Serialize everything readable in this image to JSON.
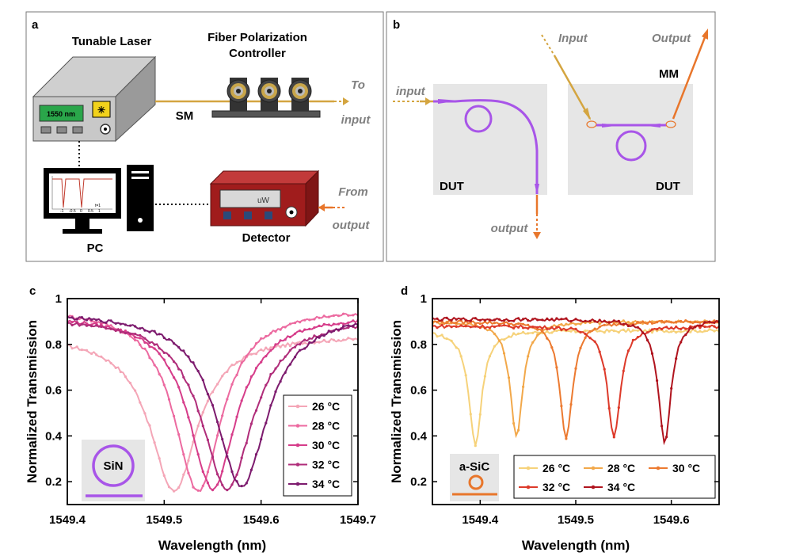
{
  "panel_a": {
    "letter": "a",
    "tunable_laser": "Tunable Laser",
    "laser_display": "1550 nm",
    "fpc_line1": "Fiber Polarization",
    "fpc_line2": "Controller",
    "sm": "SM",
    "to": "To",
    "input": "input",
    "from": "From",
    "output": "output",
    "pc": "PC",
    "detector": "Detector",
    "detector_display": "uW",
    "mini_ticks": [
      "-1",
      "-0.5",
      "0",
      "0.5",
      "1"
    ],
    "mini_xlab": "t=1"
  },
  "panel_b": {
    "letter": "b",
    "input_left": "input",
    "output_left": "output",
    "dut_left": "DUT",
    "input_right": "Input",
    "output_right": "Output",
    "mm": "MM",
    "dut_right": "DUT"
  },
  "colors": {
    "purple_waveguide": "#a855e8",
    "gold_fiber": "#d4a540",
    "orange_fiber": "#e8762b",
    "chip_gray": "#e6e6e6",
    "detector_red": "#a01c1c"
  },
  "chart_data": [
    {
      "panel": "c",
      "type": "line",
      "xlabel": "Wavelength (nm)",
      "ylabel": "Normalized Transmission",
      "xlim": [
        1549.4,
        1549.7
      ],
      "ylim": [
        0.1,
        1.0
      ],
      "xticks": [
        "1549.4",
        "1549.5",
        "1549.6",
        "1549.7"
      ],
      "yticks": [
        "0.2",
        "0.4",
        "0.6",
        "0.8",
        "1"
      ],
      "inset_label": "SiN",
      "legend_position": "right",
      "series": [
        {
          "name": "26 °C",
          "color": "#f4a6b7",
          "center": 1549.51,
          "min": 0.16,
          "base": 0.84,
          "fwhm": 0.06
        },
        {
          "name": "28 °C",
          "color": "#ec6aa0",
          "center": 1549.535,
          "min": 0.16,
          "base": 0.96,
          "fwhm": 0.06
        },
        {
          "name": "30 °C",
          "color": "#d63d8a",
          "center": 1549.55,
          "min": 0.17,
          "base": 0.93,
          "fwhm": 0.06
        },
        {
          "name": "32 °C",
          "color": "#b02d7a",
          "center": 1549.565,
          "min": 0.17,
          "base": 0.92,
          "fwhm": 0.065
        },
        {
          "name": "34 °C",
          "color": "#7d1b6e",
          "center": 1549.58,
          "min": 0.18,
          "base": 0.94,
          "fwhm": 0.065
        }
      ]
    },
    {
      "panel": "d",
      "type": "line",
      "xlabel": "Wavelength (nm)",
      "ylabel": "Normalized Transmission",
      "xlim": [
        1549.35,
        1549.65
      ],
      "ylim": [
        0.1,
        1.0
      ],
      "xticks": [
        "1549.4",
        "1549.5",
        "1549.6"
      ],
      "yticks": [
        "0.2",
        "0.4",
        "0.6",
        "0.8",
        "1"
      ],
      "inset_label": "a-SiC",
      "legend_position": "bottom",
      "series": [
        {
          "name": "26 °C",
          "color": "#f6d27a",
          "center": 1549.395,
          "min": 0.36,
          "base": 0.86,
          "fwhm": 0.016
        },
        {
          "name": "28 °C",
          "color": "#f2a84a",
          "center": 1549.438,
          "min": 0.4,
          "base": 0.9,
          "fwhm": 0.016
        },
        {
          "name": "30 °C",
          "color": "#ec7a30",
          "center": 1549.49,
          "min": 0.39,
          "base": 0.9,
          "fwhm": 0.016
        },
        {
          "name": "32 °C",
          "color": "#dd3a2a",
          "center": 1549.54,
          "min": 0.39,
          "base": 0.88,
          "fwhm": 0.016
        },
        {
          "name": "34 °C",
          "color": "#b0141e",
          "center": 1549.593,
          "min": 0.37,
          "base": 0.91,
          "fwhm": 0.016
        }
      ]
    }
  ]
}
